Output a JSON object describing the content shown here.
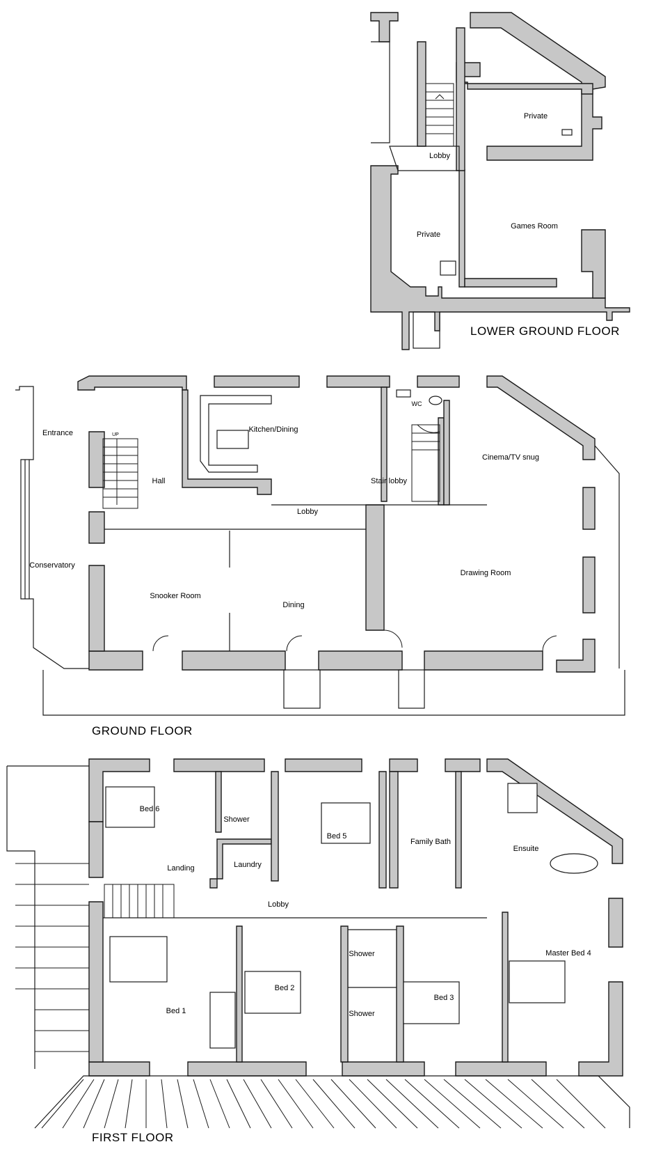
{
  "floors": {
    "lower_ground": {
      "title": "LOWER GROUND FLOOR",
      "rooms": {
        "private_top": "Private",
        "lobby": "Lobby",
        "private_left": "Private",
        "games_room": "Games Room"
      }
    },
    "ground": {
      "title": "GROUND FLOOR",
      "rooms": {
        "entrance": "Entrance",
        "conservatory": "Conservatory",
        "hall": "Hall",
        "up_label": "UP",
        "kitchen_dining": "Kitchen/Dining",
        "wc": "WC",
        "stair_lobby": "Stair lobby",
        "cinema": "Cinema/TV snug",
        "lobby": "Lobby",
        "snooker": "Snooker Room",
        "dining": "Dining",
        "drawing": "Drawing Room"
      }
    },
    "first": {
      "title": "FIRST FLOOR",
      "rooms": {
        "bed6": "Bed 6",
        "shower_top": "Shower",
        "laundry": "Laundry",
        "landing": "Landing",
        "bed5": "Bed 5",
        "family_bath": "Family Bath",
        "ensuite": "Ensuite",
        "lobby": "Lobby",
        "bed1": "Bed 1",
        "bed2": "Bed 2",
        "shower_mid": "Shower",
        "shower_low": "Shower",
        "bed3": "Bed 3",
        "master_bed4": "Master Bed 4"
      }
    }
  }
}
